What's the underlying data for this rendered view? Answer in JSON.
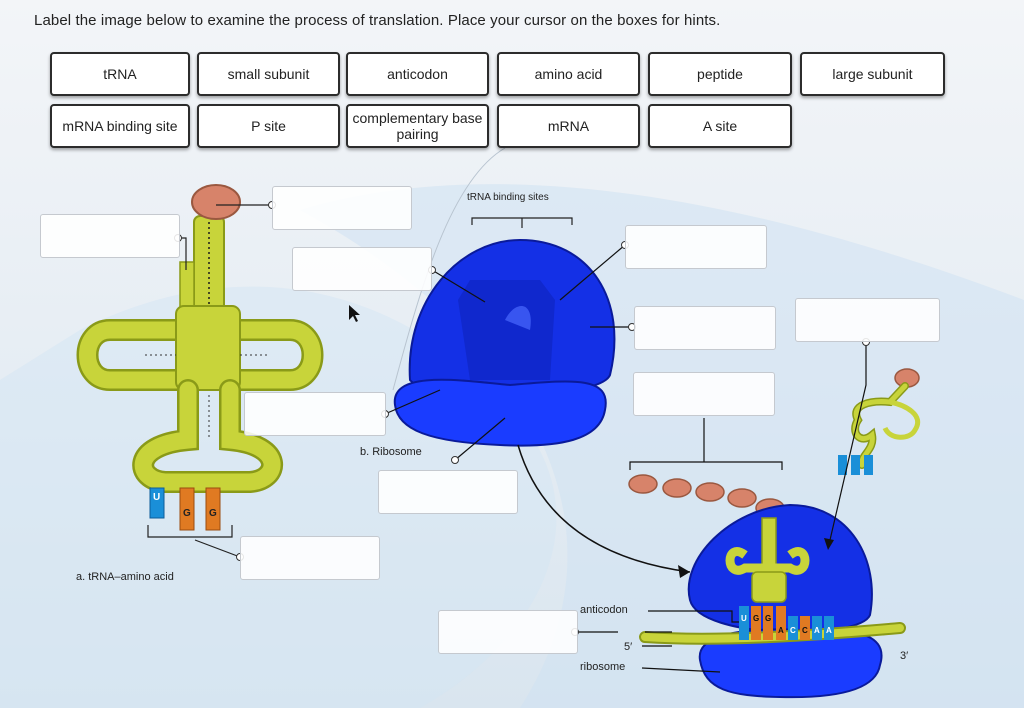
{
  "instruction": "Label the image below to examine the process of translation. Place your cursor on the boxes for hints.",
  "bank": [
    {
      "label": "tRNA"
    },
    {
      "label": "small subunit"
    },
    {
      "label": "anticodon"
    },
    {
      "label": "amino acid"
    },
    {
      "label": "peptide"
    },
    {
      "label": "large subunit"
    },
    {
      "label": "mRNA binding site"
    },
    {
      "label": "P site"
    },
    {
      "label": "complementary base pairing"
    },
    {
      "label": "mRNA"
    },
    {
      "label": "A site"
    }
  ],
  "figure": {
    "caption_a": "a. tRNA–amino acid",
    "caption_b": "b. Ribosome",
    "trna_binding_sites": "tRNA binding sites",
    "anticodon_label": "anticodon",
    "ribosome_label": "ribosome",
    "five_prime": "5′",
    "three_prime": "3′",
    "bases_a": [
      "U",
      "G",
      "G"
    ],
    "codon_letters": [
      "U",
      "G",
      "G",
      "A",
      "C",
      "C",
      "A",
      "A"
    ]
  },
  "colors": {
    "ribosome": "#1430e6",
    "trna": "#c8d43a",
    "amino": "#d7836a",
    "base_orange": "#e07a22",
    "base_blue": "#1a8fd8"
  }
}
